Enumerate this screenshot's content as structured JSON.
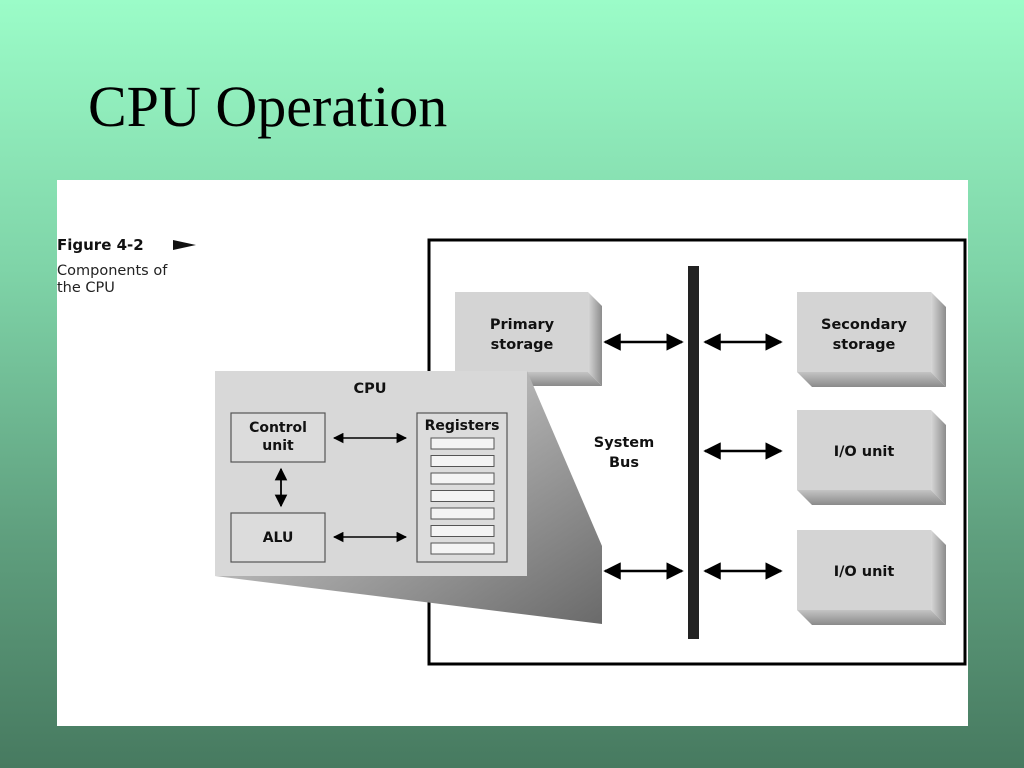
{
  "slide": {
    "title": "CPU Operation"
  },
  "figure": {
    "label": "Figure 4-2",
    "caption_line1": "Components of",
    "caption_line2": "the CPU"
  },
  "diagram": {
    "primary_storage": [
      "Primary",
      "storage"
    ],
    "secondary_storage": [
      "Secondary",
      "storage"
    ],
    "io_unit_1": "I/O unit",
    "io_unit_2": "I/O unit",
    "system_bus": [
      "System",
      "Bus"
    ],
    "cpu": "CPU",
    "control_unit": [
      "Control",
      "unit"
    ],
    "alu": "ALU",
    "registers": "Registers",
    "register_slot_count": 7
  }
}
